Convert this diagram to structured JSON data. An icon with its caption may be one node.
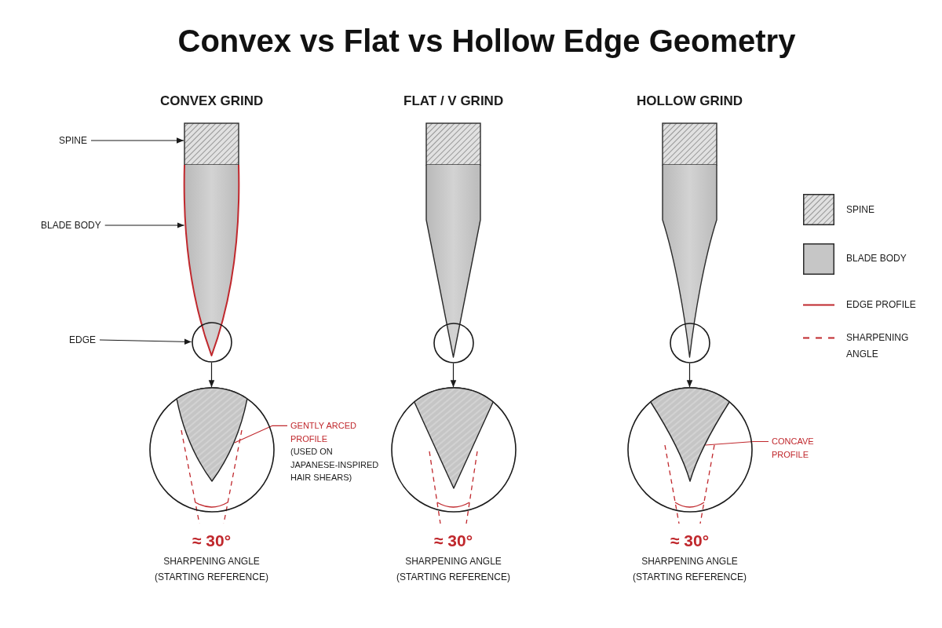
{
  "diagram": {
    "title": "Convex vs Flat vs Hollow Edge Geometry",
    "nodes": [
      {
        "text": [
          "SPINE"
        ]
      },
      {
        "text": [],
        "shape": "box"
      },
      {
        "text": [],
        "shape": "box"
      },
      {
        "text": [],
        "shape": "box"
      },
      {
        "text": [
          "BLADE BODY"
        ]
      },
      {
        "text": [],
        "shape": "picture"
      },
      {
        "text": [],
        "shape": "picture"
      },
      {
        "text": [],
        "shape": "picture"
      },
      {
        "text": [
          "EDGE"
        ]
      },
      {
        "text": [],
        "shape": "circle"
      },
      {
        "text": [],
        "shape": "circle"
      },
      {
        "text": [],
        "shape": "circle"
      },
      {
        "text": [],
        "shape": "circle",
        "beside": [
          "≈ 30°",
          "SHARPENING ANGLE (STARTING REFERENCE)"
        ]
      },
      {
        "text": [],
        "shape": "wedge",
        "in": 12
      },
      {
        "text": [
          "GENTLY ARCED PROFILE",
          "(USED ON JAPANESE-INSPIRED HAIR SHEARS)"
        ]
      },
      {
        "text": [],
        "shape": "circle",
        "beside": [
          "≈ 30°",
          "SHARPENING ANGLE (STARTING REFERENCE)"
        ]
      },
      {
        "text": [],
        "shape": "wedge",
        "in": 15
      },
      {
        "text": [],
        "shape": "circle",
        "beside": [
          "≈ 30°",
          "SHARPENING ANGLE (STARTING REFERENCE)"
        ]
      },
      {
        "text": [],
        "shape": "wedge",
        "in": 17
      },
      {
        "text": [
          "CONCAVE PROFILE"
        ]
      }
    ],
    "edges": [
      {
        "from": 0,
        "to": 1,
        "arrow": "to"
      },
      {
        "from": 4,
        "to": 5,
        "arrow": "to"
      },
      {
        "from": 8,
        "to": 9,
        "arrow": "to"
      },
      {
        "from": 9,
        "to": 12,
        "arrow": "to"
      },
      {
        "from": 10,
        "to": 15,
        "arrow": "to"
      },
      {
        "from": 11,
        "to": 17,
        "arrow": "to"
      },
      {
        "from": 14,
        "to": 13,
        "arrow": "none",
        "color": "#c0282d"
      },
      {
        "from": 19,
        "to": 18,
        "arrow": "none",
        "color": "#c0282d"
      }
    ],
    "labels": [
      "CONVEX GRIND",
      "FLAT / V GRIND",
      "HOLLOW GRIND"
    ],
    "legend": [
      {
        "text": "SPINE"
      },
      {
        "text": "BLADE BODY",
        "color": "#c6c6c6"
      },
      {
        "text": "EDGE PROFILE"
      },
      {
        "text": "SHARPENING ANGLE"
      }
    ]
  }
}
